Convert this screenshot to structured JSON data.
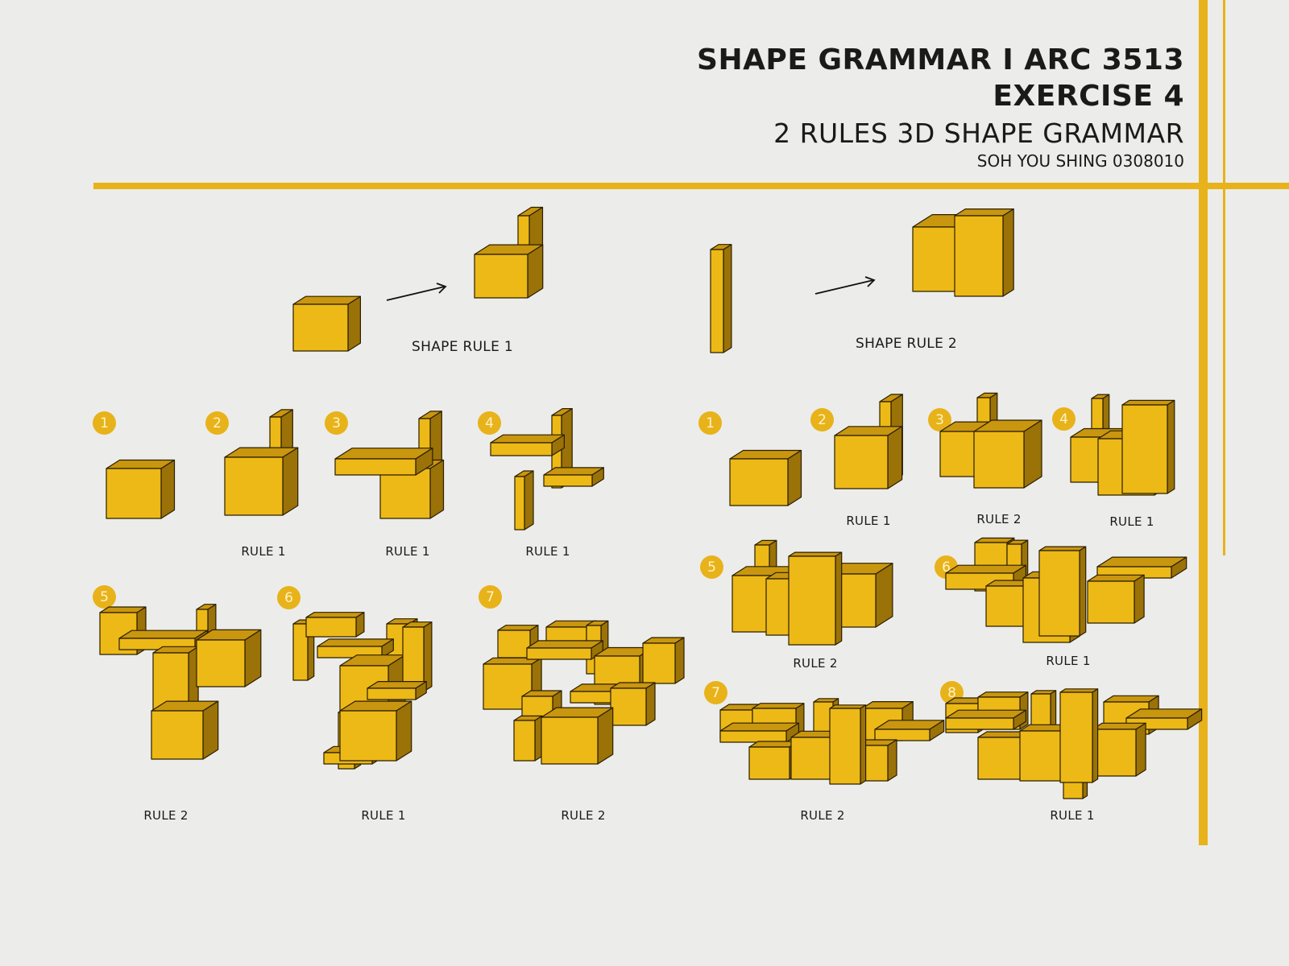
{
  "header": {
    "title_line1": "SHAPE GRAMMAR I ARC 3513",
    "title_line2": "EXERCISE 4",
    "subtitle": "2 RULES 3D SHAPE GRAMMAR",
    "author": "SOH YOU SHING 0308010"
  },
  "colors": {
    "accent": "#e8b21a",
    "face_front": "#edb916",
    "face_top": "#c9960f",
    "face_side": "#9a7208",
    "background": "#ececea"
  },
  "shape_rules": {
    "rule1_label": "SHAPE RULE 1",
    "rule2_label": "SHAPE RULE 2"
  },
  "sequence_left": {
    "steps": [
      {
        "number": "1",
        "label": ""
      },
      {
        "number": "2",
        "label": "RULE 1"
      },
      {
        "number": "3",
        "label": "RULE 1"
      },
      {
        "number": "4",
        "label": "RULE 1"
      },
      {
        "number": "5",
        "label": "RULE 2"
      },
      {
        "number": "6",
        "label": "RULE 1"
      },
      {
        "number": "7",
        "label": "RULE 2"
      }
    ]
  },
  "sequence_right": {
    "steps": [
      {
        "number": "1",
        "label": ""
      },
      {
        "number": "2",
        "label": "RULE 1"
      },
      {
        "number": "3",
        "label": "RULE 2"
      },
      {
        "number": "4",
        "label": "RULE 1"
      },
      {
        "number": "5",
        "label": "RULE  2"
      },
      {
        "number": "6",
        "label": "RULE 1"
      },
      {
        "number": "7",
        "label": "RULE  2"
      },
      {
        "number": "8",
        "label": "RULE   1"
      }
    ]
  }
}
